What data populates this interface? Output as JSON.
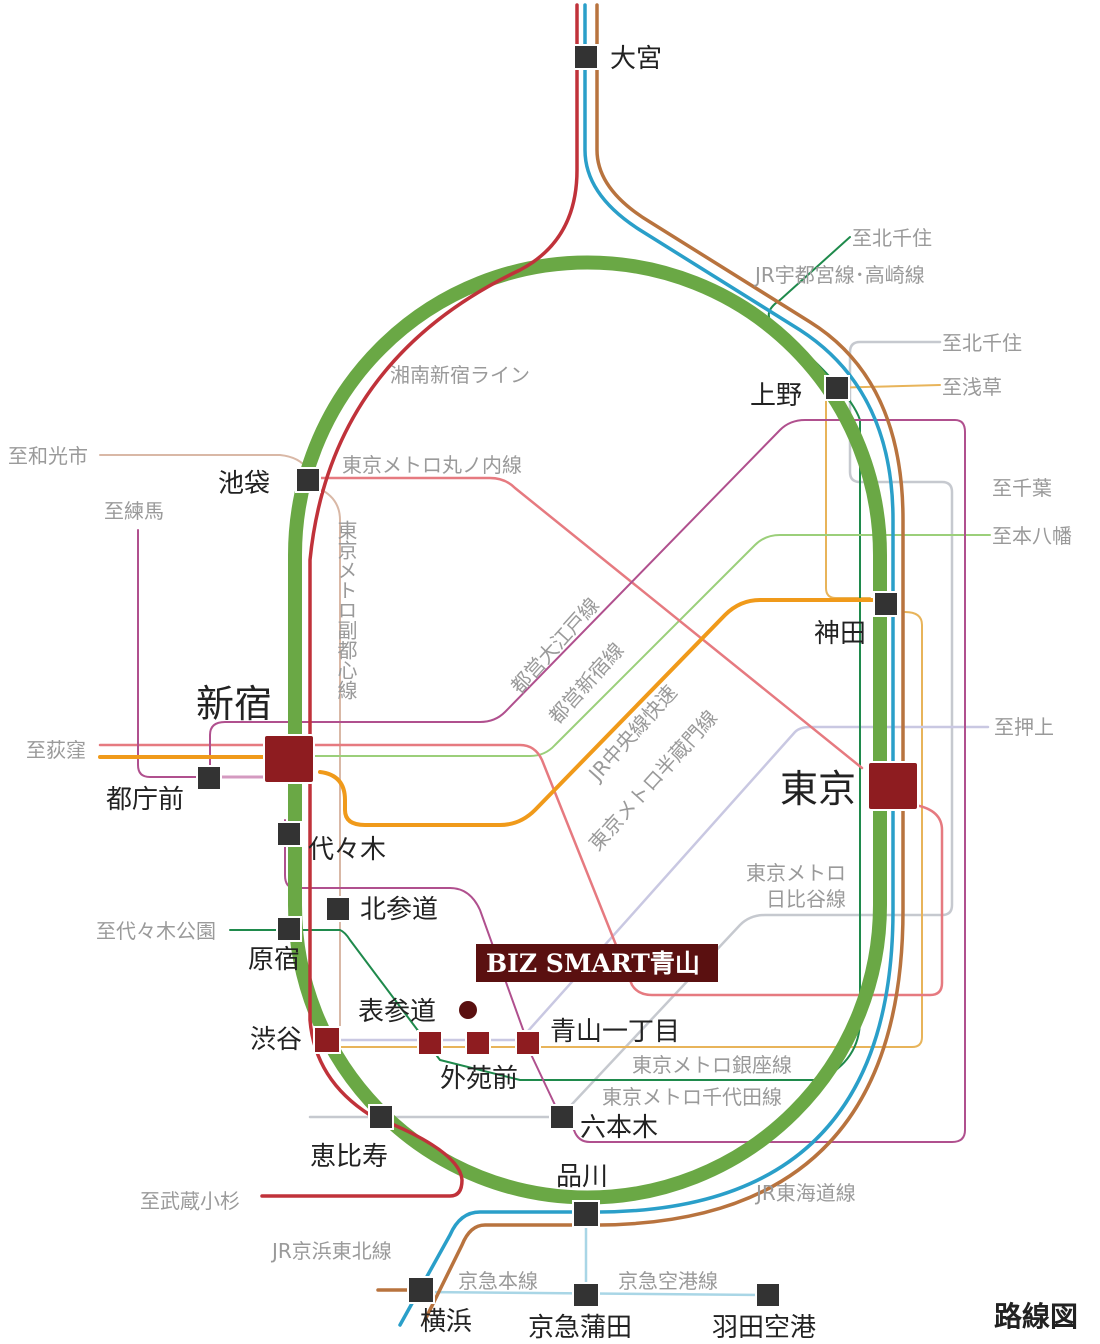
{
  "title": "路線図",
  "property": {
    "label": "BIZ SMART青山"
  },
  "colors": {
    "yamanote": "#6aa845",
    "saikyo": "#c0323a",
    "keihin": "#2a9fc9",
    "tokaido": "#b8733e",
    "chuo": "#f09a1a",
    "marunouchi": "#e67a80",
    "oedo": "#b0508e",
    "shinjuku": "#9bcf7a",
    "fukutoshin": "#d9b8a6",
    "hanzomon": "#c9c8e2",
    "ginza": "#e8b45a",
    "hibiya": "#c6c9cf",
    "chiyoda": "#1f8a4c",
    "keikyu": "#a9d6e6",
    "station": "#333333",
    "major_station": "#8e1c20"
  },
  "stations": {
    "omiya": "大宮",
    "ueno": "上野",
    "ikebukuro": "池袋",
    "kanda": "神田",
    "shinjuku": "新宿",
    "tochomae": "都庁前",
    "tokyo": "東京",
    "yoyogi": "代々木",
    "kitasando": "北参道",
    "harajuku": "原宿",
    "omotesando": "表参道",
    "shibuya": "渋谷",
    "aoyama_itchome": "青山一丁目",
    "gaienmae": "外苑前",
    "roppongi": "六本木",
    "ebisu": "恵比寿",
    "shinagawa": "品川",
    "yokohama": "横浜",
    "keikyu_kamata": "京急蒲田",
    "haneda": "羽田空港"
  },
  "lines": {
    "utsunomiya_takasaki": "JR宇都宮線･高崎線",
    "shonan_shinjuku": "湘南新宿ライン",
    "marunouchi": "東京メトロ丸ノ内線",
    "fukutoshin": "東京メトロ副都心線",
    "oedo": "都営大江戸線",
    "shinjuku": "都営新宿線",
    "chuo": "JR中央線快速",
    "hanzomon": "東京メトロ半蔵門線",
    "hibiya_1": "東京メトロ",
    "hibiya_2": "日比谷線",
    "ginza": "東京メトロ銀座線",
    "chiyoda": "東京メトロ千代田線",
    "tokaido": "JR東海道線",
    "keihin_tohoku": "JR京浜東北線",
    "keikyu_main": "京急本線",
    "keikyu_airport": "京急空港線"
  },
  "destinations": {
    "kitasenju_1": "至北千住",
    "kitasenju_2": "至北千住",
    "asakusa": "至浅草",
    "chiba": "至千葉",
    "motoyawata": "至本八幡",
    "oshiage": "至押上",
    "wakoshi": "至和光市",
    "nerima": "至練馬",
    "ogikubo": "至荻窪",
    "yoyogi_koen": "至代々木公園",
    "musashikosugi": "至武蔵小杉"
  }
}
